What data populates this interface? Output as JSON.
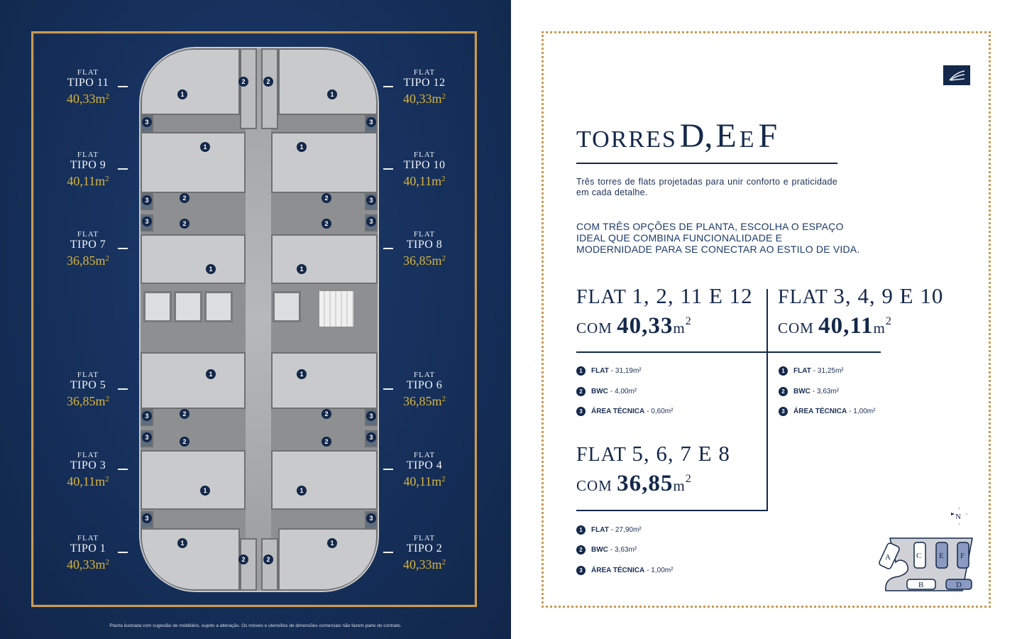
{
  "left": {
    "labels": [
      {
        "side": "left",
        "flat": "FLAT",
        "tipo": "TIPO 11",
        "area": "40,33m",
        "sup": "2"
      },
      {
        "side": "right",
        "flat": "FLAT",
        "tipo": "TIPO 12",
        "area": "40,33m",
        "sup": "2"
      },
      {
        "side": "left",
        "flat": "FLAT",
        "tipo": "TIPO 9",
        "area": "40,11m",
        "sup": "2"
      },
      {
        "side": "right",
        "flat": "FLAT",
        "tipo": "TIPO 10",
        "area": "40,11m",
        "sup": "2"
      },
      {
        "side": "left",
        "flat": "FLAT",
        "tipo": "TIPO 7",
        "area": "36,85m",
        "sup": "2"
      },
      {
        "side": "right",
        "flat": "FLAT",
        "tipo": "TIPO 8",
        "area": "36,85m",
        "sup": "2"
      },
      {
        "side": "left",
        "flat": "FLAT",
        "tipo": "TIPO 5",
        "area": "36,85m",
        "sup": "2"
      },
      {
        "side": "right",
        "flat": "FLAT",
        "tipo": "TIPO 6",
        "area": "36,85m",
        "sup": "2"
      },
      {
        "side": "left",
        "flat": "FLAT",
        "tipo": "TIPO 3",
        "area": "40,11m",
        "sup": "2"
      },
      {
        "side": "right",
        "flat": "FLAT",
        "tipo": "TIPO 4",
        "area": "40,11m",
        "sup": "2"
      },
      {
        "side": "left",
        "flat": "FLAT",
        "tipo": "TIPO 1",
        "area": "40,33m",
        "sup": "2"
      },
      {
        "side": "right",
        "flat": "FLAT",
        "tipo": "TIPO 2",
        "area": "40,33m",
        "sup": "2"
      }
    ],
    "badges": {
      "one": "1",
      "two": "2",
      "three": "3"
    },
    "footnote": "Planta ilustrada com sugestão de mobiliário, sujeito a alteração. Os móveis e utensílios de dimensões comerciais não fazem parte do contrato."
  },
  "right": {
    "title": {
      "prefix": "TORRES",
      "d": "D,",
      "e": "E",
      "and": "E",
      "f": "F"
    },
    "intro": "Três torres de flats projetadas para unir conforto e praticidade em cada detalhe.",
    "highlight": "COM TRÊS OPÇÕES DE PLANTA, ESCOLHA O ESPAÇO IDEAL QUE COMBINA FUNCIONALIDADE E MODERNIDADE PARA SE CONECTAR AO ESTILO DE VIDA.",
    "groups": [
      {
        "l1_prefix": "FLAT",
        "l1_nums": "1, 2, 11 E 12",
        "l2_prefix": "COM",
        "area": "40,33",
        "unit": "m",
        "sup": "2",
        "specs": [
          {
            "n": "1",
            "k": "FLAT",
            "v": "- 31,19m²"
          },
          {
            "n": "2",
            "k": "BWC",
            "v": "- 4,00m²"
          },
          {
            "n": "3",
            "k": "ÁREA TÉCNICA",
            "v": "- 0,60m²"
          }
        ]
      },
      {
        "l1_prefix": "FLAT",
        "l1_nums": "3, 4, 9 E 10",
        "l2_prefix": "COM",
        "area": "40,11",
        "unit": "m",
        "sup": "2",
        "specs": [
          {
            "n": "1",
            "k": "FLAT",
            "v": "- 31,25m²"
          },
          {
            "n": "2",
            "k": "BWC",
            "v": "- 3,63m²"
          },
          {
            "n": "3",
            "k": "ÁREA TÉCNICA",
            "v": "- 1,00m²"
          }
        ]
      },
      {
        "l1_prefix": "FLAT",
        "l1_nums": "5, 6, 7 E 8",
        "l2_prefix": "COM",
        "area": "36,85",
        "unit": "m",
        "sup": "2",
        "specs": [
          {
            "n": "1",
            "k": "FLAT",
            "v": "- 27,90m²"
          },
          {
            "n": "2",
            "k": "BWC",
            "v": "- 3,63m²"
          },
          {
            "n": "3",
            "k": "ÁREA TÉCNICA",
            "v": "- 1,00m²"
          }
        ]
      }
    ],
    "site_map": {
      "north": "N",
      "towers": [
        "A",
        "B",
        "C",
        "D",
        "E",
        "F"
      ],
      "highlighted": [
        "D",
        "E",
        "F"
      ],
      "colors": {
        "ground": "#cfd1d6",
        "tower": "#ffffff",
        "highlight": "#8a9ac0",
        "outline": "#14284a"
      }
    }
  },
  "colors": {
    "navy": "#14284a",
    "gold": "#c99a52",
    "area_gold": "#d9b43c",
    "panel_bg": "#16305b"
  }
}
